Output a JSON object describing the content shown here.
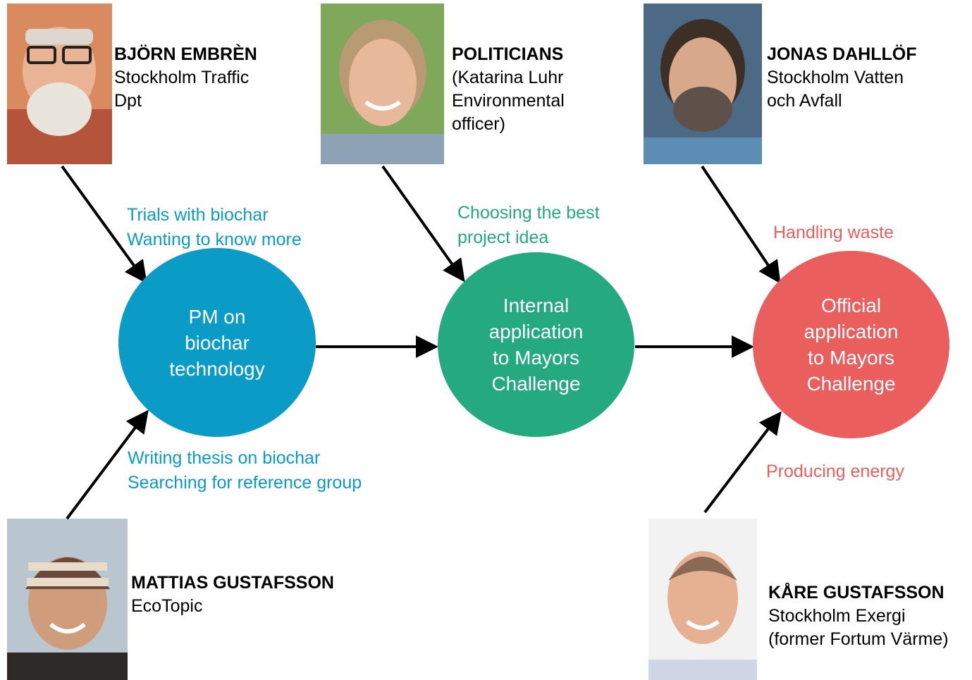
{
  "colors": {
    "blue": "#0A9BC7",
    "green": "#25A97E",
    "red": "#EB5E5E",
    "arrow": "#000000"
  },
  "people": {
    "bjorn": {
      "name": "BJÖRN EMBRÈN",
      "lines": [
        "Stockholm Traffic",
        "Dpt"
      ]
    },
    "politicians": {
      "name": "POLITICIANS",
      "lines": [
        "(Katarina Luhr",
        "Environmental",
        "officer)"
      ]
    },
    "jonas": {
      "name": "JONAS DAHLLÖF",
      "lines": [
        "Stockholm Vatten",
        "och Avfall"
      ]
    },
    "mattias": {
      "name": "MATTIAS GUSTAFSSON",
      "lines": [
        "EcoTopic"
      ]
    },
    "kare": {
      "name": "KÅRE GUSTAFSSON",
      "lines": [
        "Stockholm Exergi",
        "(former Fortum Värme)"
      ]
    }
  },
  "nodes": {
    "pm": {
      "lines": [
        "PM on",
        "biochar",
        "technology"
      ]
    },
    "internal": {
      "lines": [
        "Internal",
        "application",
        "to Mayors",
        "Challenge"
      ]
    },
    "official": {
      "lines": [
        "Official",
        "application",
        "to Mayors",
        "Challenge"
      ]
    }
  },
  "captions": {
    "trials": [
      "Trials with biochar",
      "Wanting to know more"
    ],
    "choosing": [
      "Choosing the best",
      "project idea"
    ],
    "handling": [
      "Handling waste"
    ],
    "thesis": [
      "Writing thesis on biochar",
      "Searching for reference group"
    ],
    "energy": [
      "Producing energy"
    ]
  }
}
